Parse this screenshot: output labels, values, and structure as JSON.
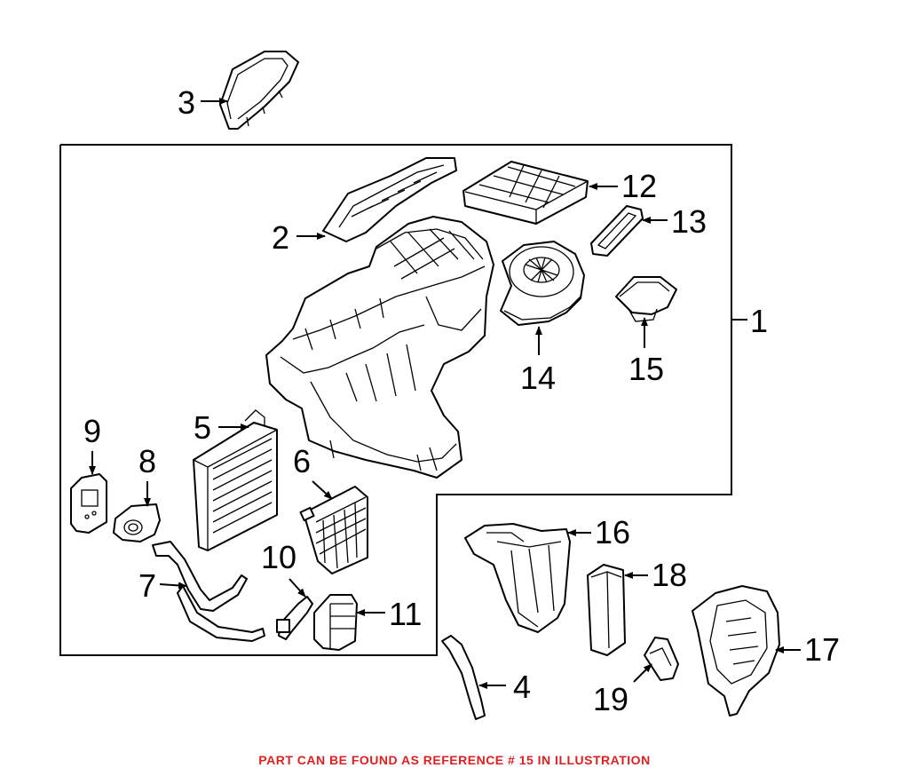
{
  "callouts": {
    "c1": "1",
    "c2": "2",
    "c3": "3",
    "c4": "4",
    "c5": "5",
    "c6": "6",
    "c7": "7",
    "c8": "8",
    "c9": "9",
    "c10": "10",
    "c11": "11",
    "c12": "12",
    "c13": "13",
    "c14": "14",
    "c15": "15",
    "c16": "16",
    "c17": "17",
    "c18": "18",
    "c19": "19"
  },
  "caption": {
    "text": "PART CAN BE FOUND AS REFERENCE # 15 IN ILLUSTRATION",
    "color": "#e02020"
  },
  "colors": {
    "line": "#000000",
    "background": "#ffffff"
  }
}
